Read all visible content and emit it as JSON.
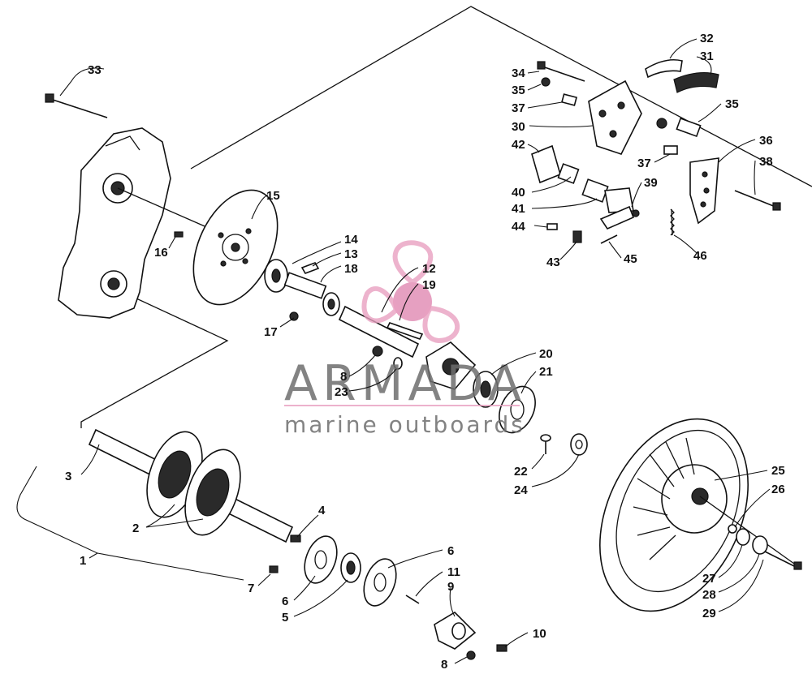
{
  "watermark": {
    "title": "ARMADA",
    "subtitle": "marine outboards",
    "accent_color": "#e8a0c0",
    "logo_icon": "propeller-logo"
  },
  "callouts": {
    "c1": "1",
    "c2": "2",
    "c3": "3",
    "c4": "4",
    "c5": "5",
    "c6a": "6",
    "c6b": "6",
    "c7": "7",
    "c8a": "8",
    "c8b": "8",
    "c9": "9",
    "c10": "10",
    "c11": "11",
    "c12": "12",
    "c13": "13",
    "c14": "14",
    "c15": "15",
    "c16": "16",
    "c17": "17",
    "c18": "18",
    "c19": "19",
    "c20": "20",
    "c21": "21",
    "c22": "22",
    "c23": "23",
    "c24": "24",
    "c25": "25",
    "c26": "26",
    "c27": "27",
    "c28": "28",
    "c29": "29",
    "c30": "30",
    "c31": "31",
    "c32": "32",
    "c33": "33",
    "c34": "34",
    "c35a": "35",
    "c35b": "35",
    "c36": "36",
    "c37a": "37",
    "c37b": "37",
    "c38": "38",
    "c39": "39",
    "c40": "40",
    "c41": "41",
    "c42": "42",
    "c43": "43",
    "c44": "44",
    "c45": "45",
    "c46": "46"
  }
}
